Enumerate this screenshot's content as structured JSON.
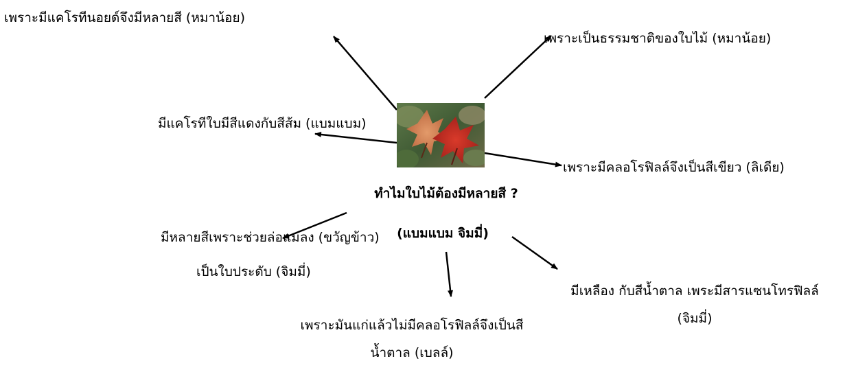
{
  "diagram": {
    "question": "ทำไมใบไม้ต้องมีหลายสี ?",
    "question_author": "(แบมแบม จิมมี่)",
    "image_description": "maple-leaves-photo",
    "answers": [
      {
        "id": "a1",
        "text": "เพราะมีแคโรทีนอยด์จึงมีหลายสี (หมาน้อย)"
      },
      {
        "id": "a2",
        "text": "เพราะเป็นธรรมชาติของใบไม้ (หมาน้อย)"
      },
      {
        "id": "a3",
        "text": "มีแคโรทีใบมีสีแดงกับสีส้ม (แบมแบม)"
      },
      {
        "id": "a4",
        "text": "เพราะมีคลอโรฟิลล์จึงเป็นสีเขียว (ลิเดีย)"
      },
      {
        "id": "a5",
        "text": "มีหลายสีเพราะช่วยล่อแมลง (ขวัญข้าว)"
      },
      {
        "id": "a6",
        "text": "เป็นใบประดับ (จิมมี่)"
      },
      {
        "id": "a7",
        "line1": "มีเหลือง กับสีน้ำตาล เพระมีสารแซนโทรฟิลล์",
        "line2": "(จิมมี่)"
      },
      {
        "id": "a8",
        "line1": "เพราะมันแก่แล้วไม่มีคลอโรฟิลล์จึงเป็นสี",
        "line2": "น้ำตาล (เบลล์)"
      }
    ]
  },
  "colors": {
    "arrow": "#000000",
    "text": "#000000",
    "background": "#ffffff"
  }
}
